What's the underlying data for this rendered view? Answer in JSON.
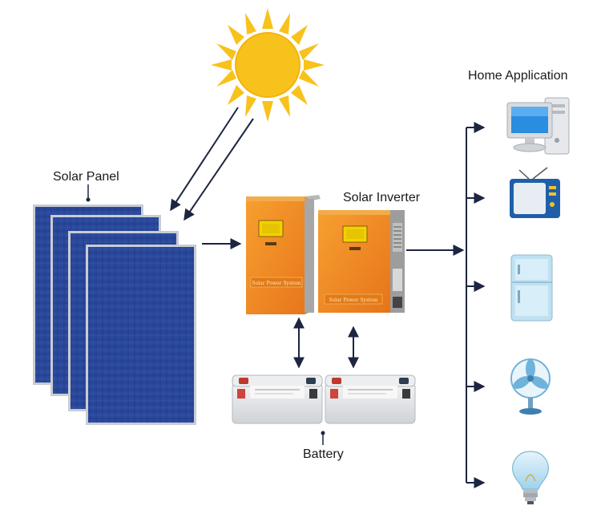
{
  "labels": {
    "solar_panel": "Solar Panel",
    "solar_inverter": "Solar Inverter",
    "home_application": "Home Application",
    "battery": "Battery"
  },
  "inverter": {
    "front_text": "Solar Power System"
  },
  "appliances": [
    {
      "icon": "computer-icon"
    },
    {
      "icon": "tv-icon"
    },
    {
      "icon": "fridge-icon"
    },
    {
      "icon": "fan-icon"
    },
    {
      "icon": "light-bulb-icon"
    }
  ],
  "colors": {
    "sun": "#f8c21c",
    "panel_blue": "#233e8e",
    "panel_frame": "#c9ccd2",
    "inverter_orange": "#f08a1e",
    "inverter_gray": "#8d8d8d",
    "inverter_display": "#f2d200",
    "battery_body": "#e7e8ea",
    "arrow": "#1c2541"
  }
}
